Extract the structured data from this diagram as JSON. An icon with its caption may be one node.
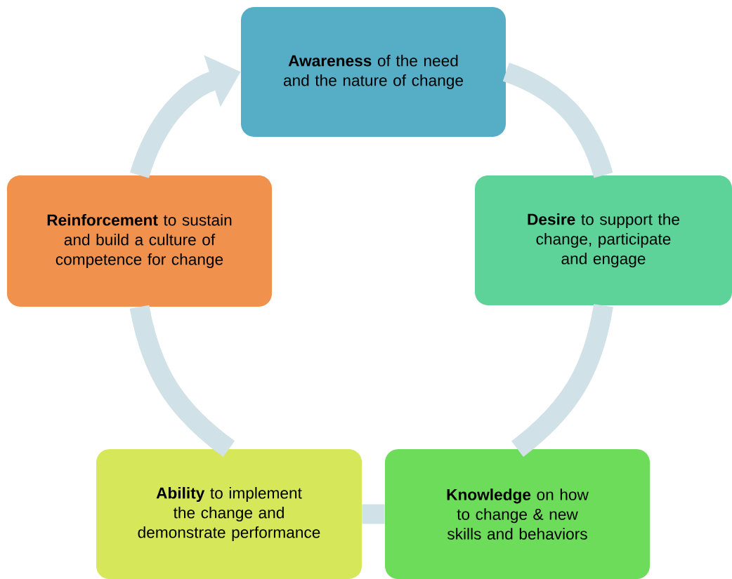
{
  "diagram": {
    "nodes": [
      {
        "text": [
          "**Awareness** of the need and the nature of change"
        ]
      },
      {
        "text": [
          "**Desire** to support the change, participate and engage"
        ]
      },
      {
        "text": [
          "**Knowledge** on how to change & new skills and behaviors"
        ]
      },
      {
        "text": [
          "**Ability** to implement the change and demonstrate performance"
        ]
      },
      {
        "text": [
          "**Reinforcement** to sustain and build a culture of competence for change"
        ]
      }
    ],
    "edges": [
      {
        "from": 0,
        "to": 1,
        "arrow": "none"
      },
      {
        "from": 1,
        "to": 2,
        "arrow": "none"
      },
      {
        "from": 2,
        "to": 3,
        "arrow": "none"
      },
      {
        "from": 3,
        "to": 4,
        "arrow": "none"
      },
      {
        "from": 4,
        "to": 0,
        "arrow": "to"
      }
    ]
  }
}
